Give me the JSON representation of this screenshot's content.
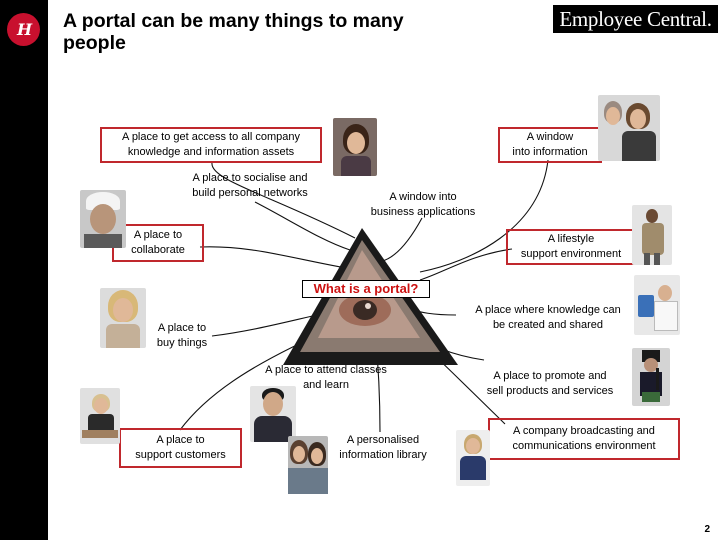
{
  "header": {
    "logo_text": "H",
    "title_line1": "A portal can be many things to many",
    "title_line2": "people",
    "brand": "Employee Central."
  },
  "center": {
    "question": "What is a portal?"
  },
  "labels": {
    "knowledge": [
      "A place to get access to all company",
      "knowledge and information assets"
    ],
    "window_info": [
      "A window",
      "into information"
    ],
    "socialise": [
      "A place to socialise and",
      "build personal networks"
    ],
    "business_apps": [
      "A window into",
      "business applications"
    ],
    "collaborate": [
      "A place to",
      "collaborate"
    ],
    "lifestyle": [
      "A lifestyle",
      "support environment"
    ],
    "knowledge_created": [
      "A place where knowledge can",
      "be created and shared"
    ],
    "buy": [
      "A place to",
      "buy things"
    ],
    "classes": [
      "A place to attend classes",
      "and learn"
    ],
    "promote": [
      "A place to promote and",
      "sell products and services"
    ],
    "support": [
      "A place to",
      "support customers"
    ],
    "library": [
      "A personalised",
      "information library"
    ],
    "broadcasting": [
      "A company broadcasting and",
      "communications environment"
    ]
  },
  "page_number": "2",
  "colors": {
    "highlight": "#c0282d",
    "question_text": "#cc1111",
    "sidebar": "#000000"
  }
}
